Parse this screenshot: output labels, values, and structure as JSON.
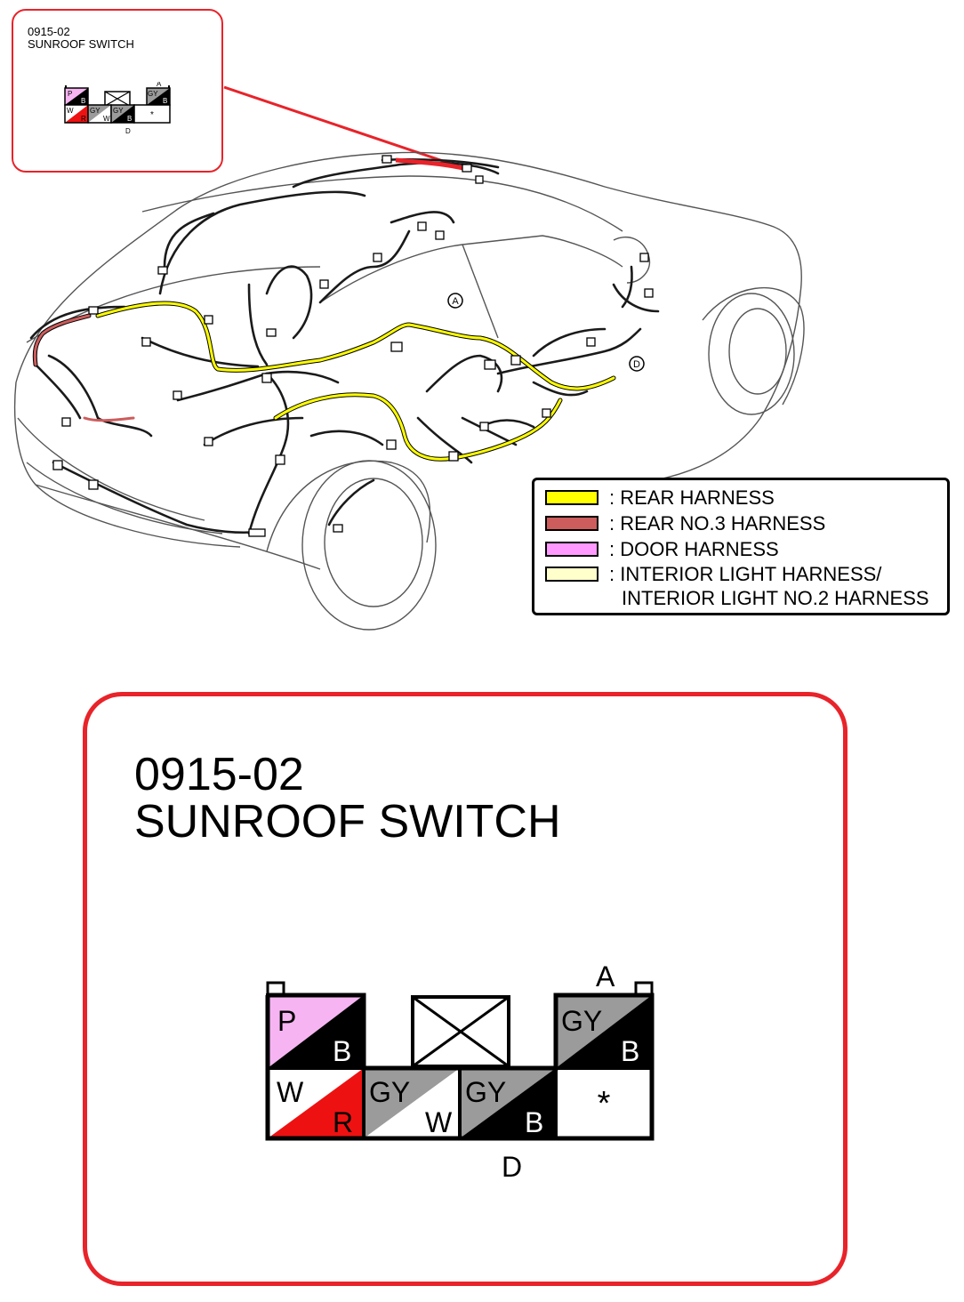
{
  "connector": {
    "code": "0915-02",
    "name": "SUNROOF SWITCH",
    "corner_a": "A",
    "corner_d": "D",
    "pins_top": [
      {
        "top": "P",
        "bottom": "B",
        "top_color": "#f6b5f2",
        "bottom_color": "#000000"
      },
      {
        "blank": true
      },
      {
        "top": "GY",
        "bottom": "B",
        "top_color": "#9b9b9b",
        "bottom_color": "#000000"
      }
    ],
    "pins_bottom": [
      {
        "top": "W",
        "bottom": "R",
        "top_color": "#ffffff",
        "bottom_color": "#ee1111"
      },
      {
        "top": "GY",
        "bottom": "W",
        "top_color": "#9b9b9b",
        "bottom_color": "#ffffff"
      },
      {
        "top": "GY",
        "bottom": "B",
        "top_color": "#9b9b9b",
        "bottom_color": "#000000"
      },
      {
        "symbol": "*"
      }
    ]
  },
  "markers": {
    "a": "A",
    "d": "D"
  },
  "legend": {
    "items": [
      {
        "label": ": REAR HARNESS",
        "color": "#ffff00"
      },
      {
        "label": ": REAR NO.3 HARNESS",
        "color": "#cd5c5c"
      },
      {
        "label": ": DOOR HARNESS",
        "color": "#ff99ff"
      },
      {
        "label": ": INTERIOR LIGHT HARNESS/",
        "label2": "INTERIOR LIGHT NO.2 HARNESS",
        "color": "#ffffcc"
      }
    ]
  },
  "colors": {
    "accent_red": "#e8232a"
  }
}
